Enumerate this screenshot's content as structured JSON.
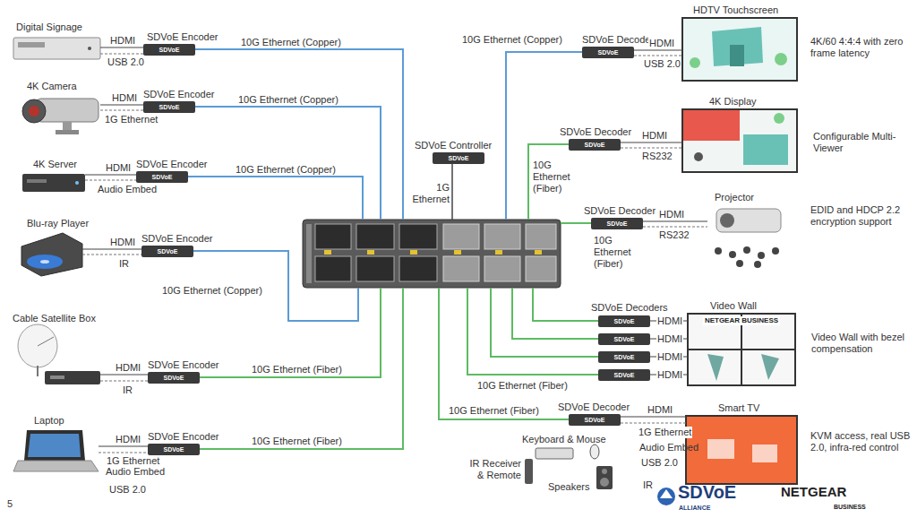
{
  "diagram": {
    "nodes": [
      {
        "text": [
          "Digital Signage"
        ]
      },
      {
        "text": [
          "SDVoE Encoder",
          "SDVoE"
        ]
      },
      {
        "text": [
          "4K Camera"
        ]
      },
      {
        "text": [
          "SDVoE Encoder",
          "SDVoE"
        ]
      },
      {
        "text": [
          "4K Server"
        ]
      },
      {
        "text": [
          "SDVoE Encoder",
          "SDVoE"
        ]
      },
      {
        "text": [
          "Blu-ray Player"
        ]
      },
      {
        "text": [
          "SDVoE Encoder",
          "SDVoE"
        ]
      },
      {
        "text": [
          "Cable Satellite Box"
        ]
      },
      {
        "text": [
          "SDVoE Encoder",
          "SDVoE"
        ]
      },
      {
        "text": [
          "Laptop"
        ]
      },
      {
        "text": [
          "SDVoE Encoder",
          "SDVoE"
        ]
      },
      {
        "text": [
          "SDVoE Controller",
          "SDVoE"
        ]
      },
      {
        "text": []
      },
      {
        "text": [
          "SDVoE Decoder",
          "SDVoE"
        ]
      },
      {
        "text": [
          "HDTV Touchscreen"
        ]
      },
      {
        "text": [
          "SDVoE Decoder",
          "SDVoE"
        ]
      },
      {
        "text": [
          "4K Display"
        ]
      },
      {
        "text": [
          "SDVoE Decoder",
          "SDVoE"
        ]
      },
      {
        "text": [
          "Projector"
        ]
      },
      {
        "text": [
          "SDVoE"
        ]
      },
      {
        "text": [
          "SDVoE"
        ]
      },
      {
        "text": [
          "SDVoE"
        ]
      },
      {
        "text": [
          "SDVoE"
        ]
      },
      {
        "text": [
          "Video Wall",
          "NETGEAR BUSINESS"
        ]
      },
      {
        "text": [
          "SDVoE Decoder",
          "SDVoE"
        ]
      },
      {
        "text": [
          "Smart TV"
        ]
      }
    ],
    "edges": [
      {
        "from": 0,
        "to": 1,
        "label": "HDMI",
        "arrow": "none"
      },
      {
        "from": 0,
        "to": 1,
        "label": "USB 2.0",
        "arrow": "none"
      },
      {
        "from": 2,
        "to": 3,
        "label": "HDMI",
        "arrow": "none"
      },
      {
        "from": 2,
        "to": 3,
        "label": "1G Ethernet",
        "arrow": "none"
      },
      {
        "from": 4,
        "to": 5,
        "label": "HDMI",
        "arrow": "none"
      },
      {
        "from": 4,
        "to": 5,
        "label": "Audio Embed",
        "arrow": "none"
      },
      {
        "from": 6,
        "to": 7,
        "label": "HDMI",
        "arrow": "none"
      },
      {
        "from": 6,
        "to": 7,
        "label": "IR",
        "arrow": "none"
      },
      {
        "from": 8,
        "to": 9,
        "label": "HDMI",
        "arrow": "none"
      },
      {
        "from": 8,
        "to": 9,
        "label": "IR",
        "arrow": "none"
      },
      {
        "from": 10,
        "to": 11,
        "label": "HDMI",
        "arrow": "none"
      },
      {
        "from": 10,
        "to": 11,
        "label": "1G Ethernet",
        "arrow": "none"
      },
      {
        "from": 1,
        "to": 13,
        "label": "10G Ethernet (Copper)",
        "arrow": "none"
      },
      {
        "from": 3,
        "to": 13,
        "label": "10G Ethernet (Copper)",
        "arrow": "none"
      },
      {
        "from": 5,
        "to": 13,
        "label": "10G Ethernet (Copper)",
        "arrow": "none"
      },
      {
        "from": 7,
        "to": 13,
        "label": "10G Ethernet (Copper)",
        "arrow": "none"
      },
      {
        "from": 9,
        "to": 13,
        "label": "10G Ethernet (Fiber)",
        "arrow": "none"
      },
      {
        "from": 11,
        "to": 13,
        "label": "10G Ethernet (Fiber)",
        "arrow": "none"
      },
      {
        "from": 12,
        "to": 13,
        "label": "1G Ethernet",
        "arrow": "none"
      },
      {
        "from": 13,
        "to": 14,
        "label": "10G Ethernet (Copper)",
        "arrow": "none"
      },
      {
        "from": 13,
        "to": 16,
        "label": "10G Ethernet (Fiber)",
        "arrow": "none"
      },
      {
        "from": 13,
        "to": 18,
        "label": "10G Ethernet (Fiber)",
        "arrow": "none"
      },
      {
        "from": 13,
        "to": 20,
        "arrow": "none"
      },
      {
        "from": 13,
        "to": 21,
        "arrow": "none"
      },
      {
        "from": 13,
        "to": 22,
        "arrow": "none"
      },
      {
        "from": 13,
        "to": 23,
        "label": "10G Ethernet (Fiber)",
        "arrow": "none"
      },
      {
        "from": 13,
        "to": 25,
        "label": "10G Ethernet (Fiber)",
        "arrow": "none"
      },
      {
        "from": 14,
        "to": 15,
        "label": "HDMI",
        "arrow": "none"
      },
      {
        "from": 14,
        "to": 15,
        "label": "USB 2.0",
        "arrow": "none"
      },
      {
        "from": 16,
        "to": 17,
        "label": "HDMI",
        "arrow": "none"
      },
      {
        "from": 16,
        "to": 17,
        "label": "RS232",
        "arrow": "none"
      },
      {
        "from": 18,
        "to": 19,
        "label": "HDMI",
        "arrow": "none"
      },
      {
        "from": 18,
        "to": 19,
        "label": "RS232",
        "arrow": "none"
      },
      {
        "from": 20,
        "to": 24,
        "label": "HDMI",
        "arrow": "none"
      },
      {
        "from": 21,
        "to": 24,
        "label": "HDMI",
        "arrow": "none"
      },
      {
        "from": 22,
        "to": 24,
        "label": "HDMI",
        "arrow": "none"
      },
      {
        "from": 23,
        "to": 24,
        "label": "HDMI",
        "arrow": "none"
      },
      {
        "from": 25,
        "to": 26,
        "label": "HDMI",
        "arrow": "none"
      },
      {
        "from": 25,
        "to": 26,
        "label": "1G Ethernet",
        "arrow": "none"
      }
    ],
    "labels": [
      "SDVoE Decoders",
      "Audio Embed",
      "USB 2.0",
      "4K/60 4:4:4 with zero frame latency",
      "Configurable Multi-Viewer",
      "EDID and HDCP 2.2 encryption support",
      "Video Wall with bezel compensation",
      "Audio Embed",
      "USB 2.0",
      "Keyboard & Mouse",
      "IR Receiver & Remote",
      "Speakers",
      "IR",
      "KVM access, real USB 2.0, infra-red control",
      "5",
      "SDVoE",
      "ALLIANCE",
      "NETGEAR",
      "BUSINESS"
    ]
  }
}
